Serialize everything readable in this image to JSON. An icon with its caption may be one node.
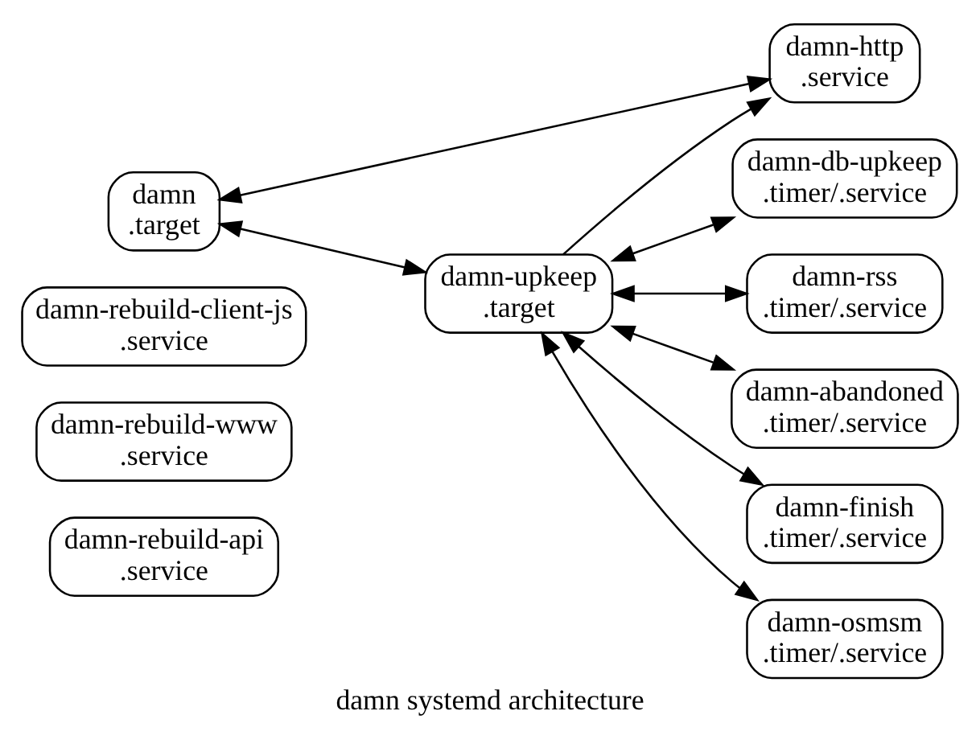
{
  "diagram": {
    "title": "damn systemd architecture",
    "nodes": [
      {
        "text": [
          "damn-rebuild-api .service"
        ]
      },
      {
        "text": [
          "damn-rebuild-www .service"
        ]
      },
      {
        "text": [
          "damn-rebuild-client-js .service"
        ]
      },
      {
        "text": [
          "damn .target"
        ]
      },
      {
        "text": [
          "damn-upkeep .target"
        ]
      },
      {
        "text": [
          "damn-http .service"
        ]
      },
      {
        "text": [
          "damn-db-upkeep .timer/.service"
        ]
      },
      {
        "text": [
          "damn-rss .timer/.service"
        ]
      },
      {
        "text": [
          "damn-abandoned .timer/.service"
        ]
      },
      {
        "text": [
          "damn-finish .timer/.service"
        ]
      },
      {
        "text": [
          "damn-osmsm .timer/.service"
        ]
      }
    ],
    "edges": [
      {
        "from": 3,
        "to": 4,
        "arrow": "both"
      },
      {
        "from": 3,
        "to": 5,
        "arrow": "both"
      },
      {
        "from": 4,
        "to": 5,
        "arrow": "to"
      },
      {
        "from": 4,
        "to": 6,
        "arrow": "both"
      },
      {
        "from": 4,
        "to": 7,
        "arrow": "both"
      },
      {
        "from": 4,
        "to": 8,
        "arrow": "both"
      },
      {
        "from": 4,
        "to": 9,
        "arrow": "both"
      },
      {
        "from": 4,
        "to": 10,
        "arrow": "both"
      }
    ]
  }
}
